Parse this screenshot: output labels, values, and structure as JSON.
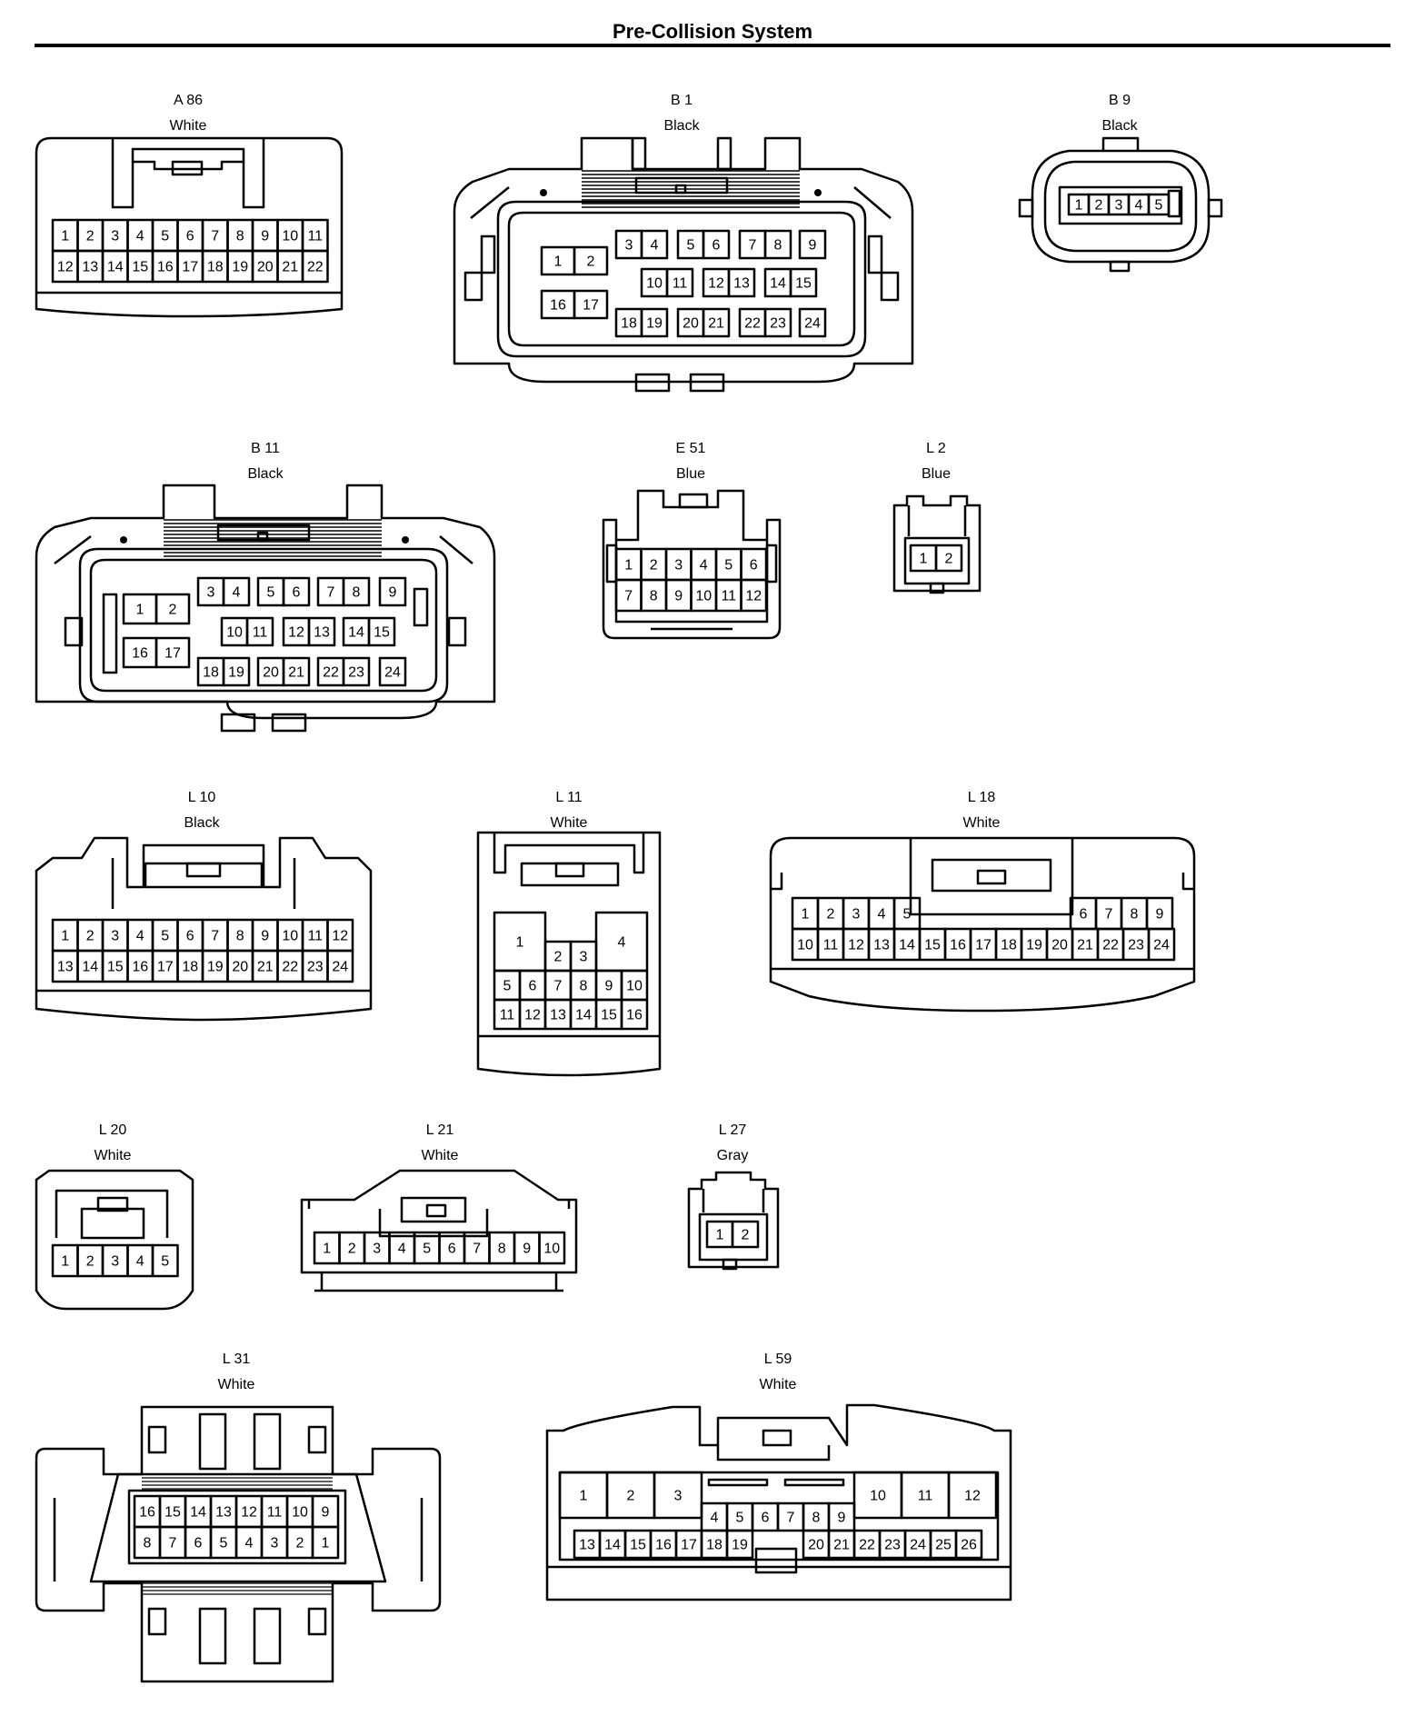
{
  "title": "Pre-Collision System",
  "connectors": [
    {
      "id": "A86",
      "code": "A 86",
      "color": "White"
    },
    {
      "id": "B1",
      "code": "B 1",
      "color": "Black"
    },
    {
      "id": "B9",
      "code": "B 9",
      "color": "Black"
    },
    {
      "id": "B11",
      "code": "B 11",
      "color": "Black"
    },
    {
      "id": "E51",
      "code": "E 51",
      "color": "Blue"
    },
    {
      "id": "L2",
      "code": "L 2",
      "color": "Blue"
    },
    {
      "id": "L10",
      "code": "L 10",
      "color": "Black"
    },
    {
      "id": "L11",
      "code": "L 11",
      "color": "White"
    },
    {
      "id": "L18",
      "code": "L 18",
      "color": "White"
    },
    {
      "id": "L20",
      "code": "L 20",
      "color": "White"
    },
    {
      "id": "L21",
      "code": "L 21",
      "color": "White"
    },
    {
      "id": "L27",
      "code": "L 27",
      "color": "Gray"
    },
    {
      "id": "L31",
      "code": "L 31",
      "color": "White"
    },
    {
      "id": "L59",
      "code": "L 59",
      "color": "White"
    }
  ]
}
